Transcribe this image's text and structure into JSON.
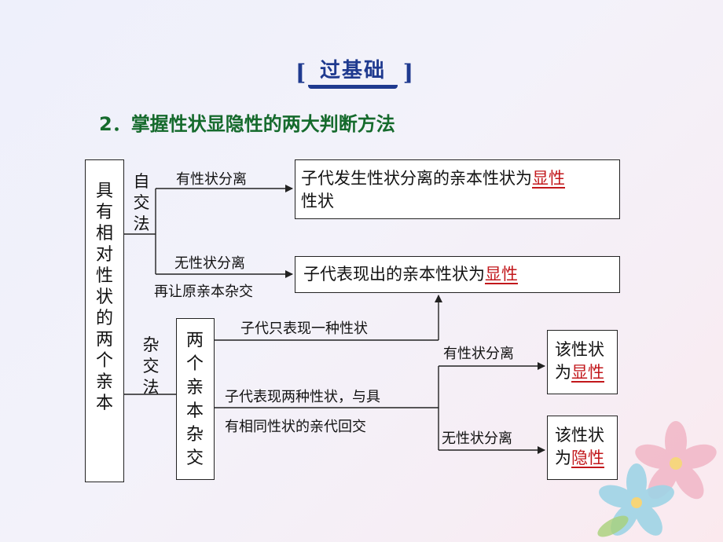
{
  "badge": {
    "left_bracket": "[",
    "word": "过基础",
    "right_bracket": "]"
  },
  "heading": "2．掌握性状显隐性的两大判断方法",
  "diagram": {
    "root": "具有相对性状的两个亲本",
    "self_cross": {
      "method": "自交法",
      "branch_yes": "有性状分离",
      "branch_no": "无性状分离",
      "then": "再让原亲本杂交",
      "result_yes": {
        "text": "子代发生性状分离的亲本性状为",
        "answer": "显性",
        "tail": "性状"
      },
      "result_no": {
        "text": "子代表现出的亲本性状为",
        "answer": "显性"
      }
    },
    "hybrid": {
      "method": "杂交法",
      "step": "两个亲本杂交",
      "branch_one": "子代只表现一种性状",
      "branch_two_line1": "子代表现两种性状，与具",
      "branch_two_line2": "有相同性状的亲代回交",
      "sub_yes": "有性状分离",
      "sub_no": "无性状分离",
      "result_sub_yes": {
        "text": "该性状为",
        "answer": "显性"
      },
      "result_sub_no": {
        "text": "该性状为",
        "answer": "隐性"
      }
    }
  },
  "colors": {
    "heading": "#156a2c",
    "badge": "#1f3a8f",
    "answer": "#c2171b"
  }
}
